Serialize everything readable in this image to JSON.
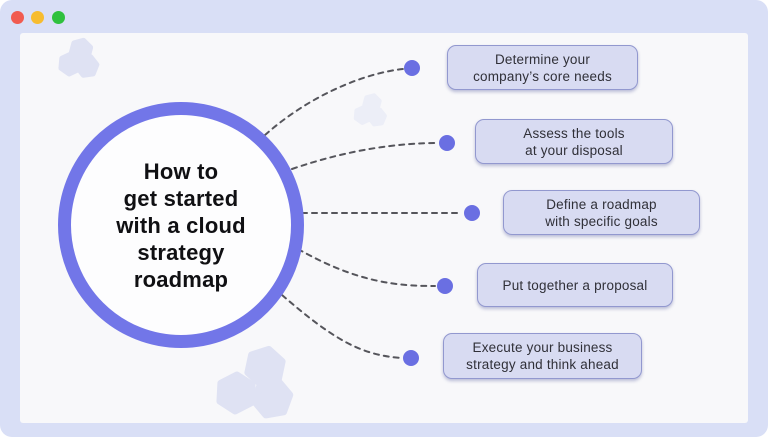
{
  "window": {
    "controls": [
      {
        "name": "close",
        "color": "#f15b50"
      },
      {
        "name": "minimize",
        "color": "#f7bc2f"
      },
      {
        "name": "zoom",
        "color": "#2fc13e"
      }
    ],
    "frame_color": "#d9dff6",
    "panel_color": "#f8f8fa"
  },
  "diagram": {
    "title": "How to\nget started\nwith a cloud\nstrategy\nroadmap",
    "accent_color": "#7276e8",
    "dot_color": "#6a6fe2",
    "connector_color": "#55555b",
    "box_fill": "#d8dbf2",
    "box_border": "#9298cf",
    "steps": [
      {
        "label": "Determine your\ncompany’s core needs"
      },
      {
        "label": "Assess the tools\nat your disposal"
      },
      {
        "label": "Define a roadmap\nwith specific goals"
      },
      {
        "label": "Put together a proposal"
      },
      {
        "label": "Execute your business\nstrategy and think ahead"
      }
    ]
  },
  "icons": {
    "hexagon_cluster": "hexagon-icon",
    "hexagon_color_strong": "#dfe2f3",
    "hexagon_color_faint": "#eceef7"
  }
}
